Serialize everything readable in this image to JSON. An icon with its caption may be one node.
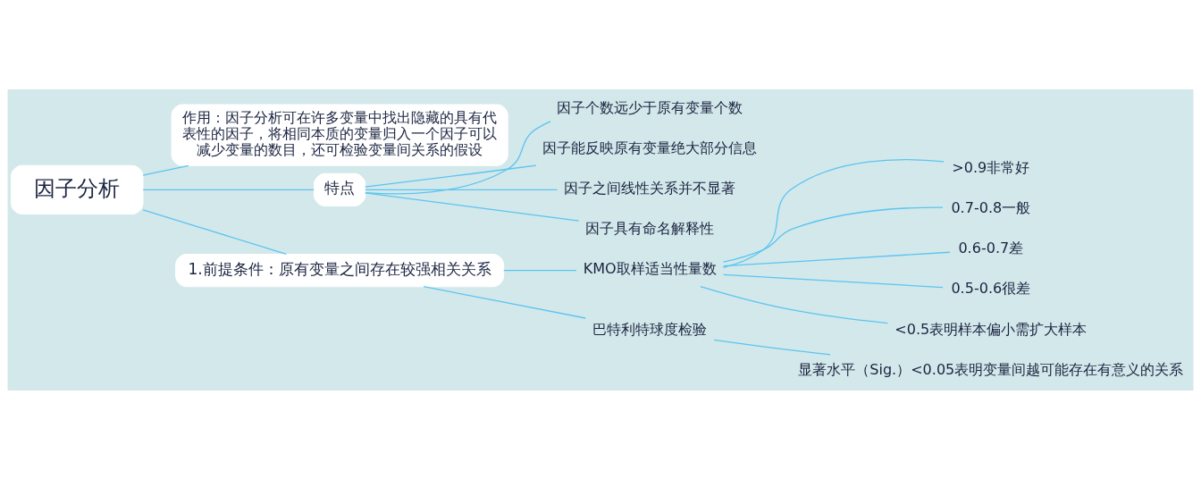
{
  "diagram": {
    "nodes": [
      {
        "text": [
          "因子分析"
        ]
      },
      {
        "text": [
          "作用：因子分析可在许多变量中找出隐藏的具有代表性的因子，将相同本质的变量归入一个因子可以减少变量的数目，还可检验变量间关系的假设"
        ]
      },
      {
        "text": [
          "特点"
        ]
      },
      {
        "text": [
          "因子个数远少于原有变量个数"
        ]
      },
      {
        "text": [
          "因子能反映原有变量绝大部分信息"
        ]
      },
      {
        "text": [
          "因子之间线性关系并不显著"
        ]
      },
      {
        "text": [
          "因子具有命名解释性"
        ]
      },
      {
        "text": [
          "1.前提条件：原有变量之间存在较强相关关系"
        ]
      },
      {
        "text": [
          "KMO取样适当性量数"
        ]
      },
      {
        "text": [
          ">0.9非常好"
        ]
      },
      {
        "text": [
          "0.7-0.8一般"
        ]
      },
      {
        "text": [
          "0.6-0.7差"
        ]
      },
      {
        "text": [
          "0.5-0.6很差"
        ]
      },
      {
        "text": [
          "<0.5表明样本偏小需扩大样本"
        ]
      },
      {
        "text": [
          "巴特利特球度检验"
        ]
      },
      {
        "text": [
          "显著水平（Sig.）<0.05表明变量间越可能存在有意义的关系"
        ]
      }
    ],
    "edges": [
      {
        "from": 0,
        "to": 1,
        "arrow": "none"
      },
      {
        "from": 0,
        "to": 2,
        "arrow": "none"
      },
      {
        "from": 2,
        "to": 3,
        "arrow": "none"
      },
      {
        "from": 2,
        "to": 4,
        "arrow": "none"
      },
      {
        "from": 2,
        "to": 5,
        "arrow": "none"
      },
      {
        "from": 2,
        "to": 6,
        "arrow": "none"
      },
      {
        "from": 0,
        "to": 7,
        "arrow": "none"
      },
      {
        "from": 7,
        "to": 8,
        "arrow": "none"
      },
      {
        "from": 8,
        "to": 9,
        "arrow": "none"
      },
      {
        "from": 8,
        "to": 10,
        "arrow": "none"
      },
      {
        "from": 8,
        "to": 11,
        "arrow": "none"
      },
      {
        "from": 8,
        "to": 12,
        "arrow": "none"
      },
      {
        "from": 8,
        "to": 13,
        "arrow": "none"
      },
      {
        "from": 7,
        "to": 14,
        "arrow": "none"
      },
      {
        "from": 14,
        "to": 15,
        "arrow": "none"
      }
    ]
  }
}
